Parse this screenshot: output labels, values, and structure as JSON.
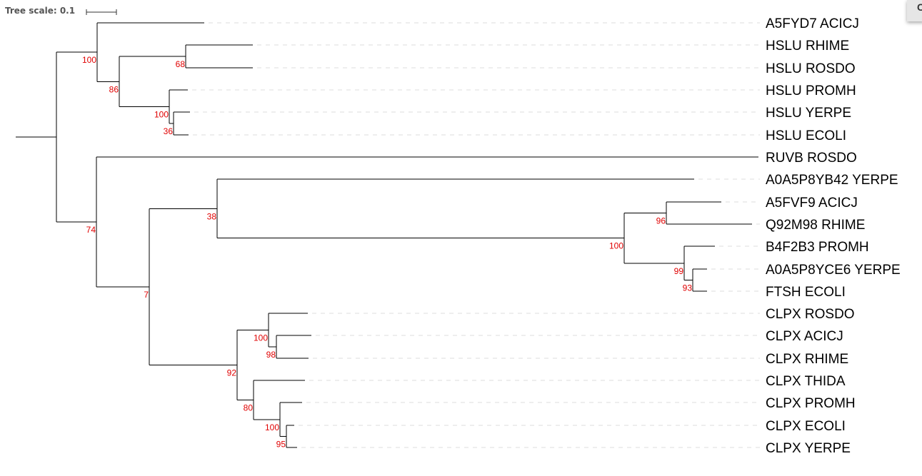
{
  "tree_scale": {
    "label": "Tree scale: 0.1"
  },
  "corner_widget": {
    "text": "C"
  },
  "colors": {
    "branch": "#000000",
    "support": "#e00000",
    "guide": "#dddddd"
  },
  "leaves": [
    "A5FYD7 ACICJ",
    "HSLU RHIME",
    "HSLU ROSDO",
    "HSLU PROMH",
    "HSLU YERPE",
    "HSLU ECOLI",
    "RUVB ROSDO",
    "A0A5P8YB42 YERPE",
    "A5FVF9 ACICJ",
    "Q92M98 RHIME",
    "B4F2B3 PROMH",
    "A0A5P8YCE6 YERPE",
    "FTSH ECOLI",
    "CLPX ROSDO",
    "CLPX ACICJ",
    "CLPX RHIME",
    "CLPX THIDA",
    "CLPX PROMH",
    "CLPX ECOLI",
    "CLPX YERPE"
  ],
  "support_values": [
    "100",
    "68",
    "86",
    "100",
    "36",
    "74",
    "38",
    "96",
    "100",
    "99",
    "93",
    "7",
    "100",
    "98",
    "92",
    "80",
    "100",
    "95"
  ]
}
